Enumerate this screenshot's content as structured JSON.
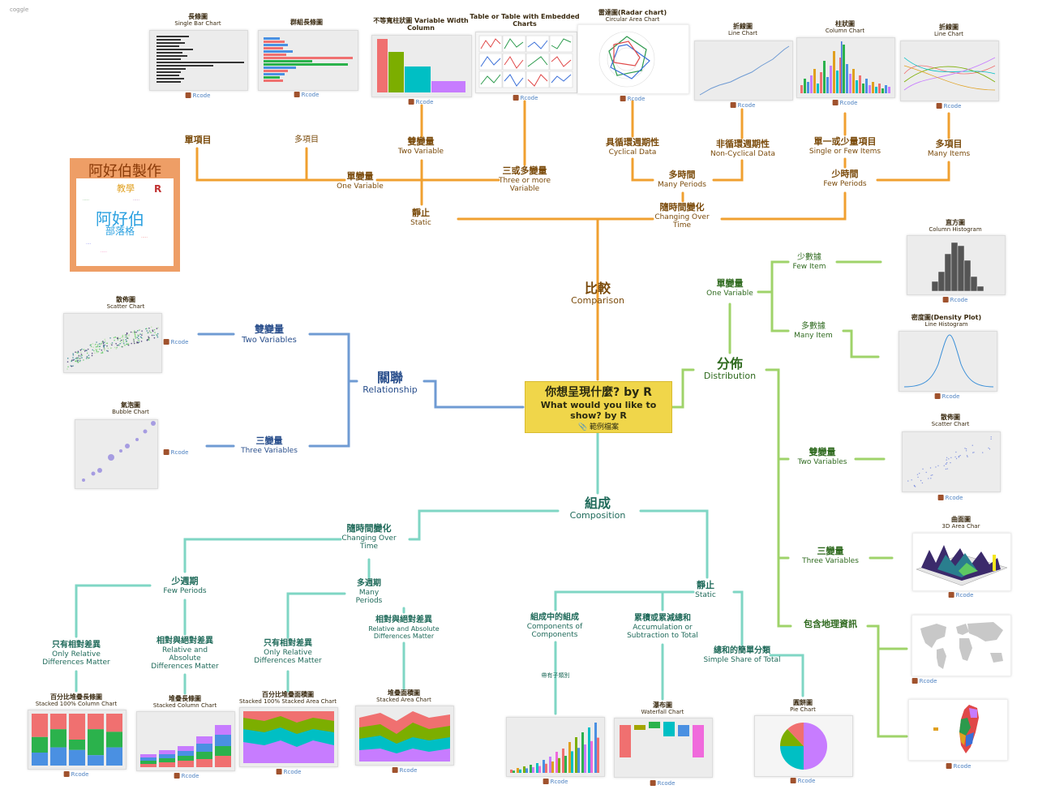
{
  "watermark": "coggle",
  "root": {
    "title": "你想呈現什麼? by R",
    "subtitle": "What would you like to show? by R",
    "file_link": "範例檔案"
  },
  "logo": {
    "text": "阿好伯製作",
    "cloud_main": "阿好伯",
    "cloud_sub": "部落格",
    "cloud_top": "教學",
    "cloud_r": "R"
  },
  "rcode_label": "Rcode",
  "branches": {
    "comparison": {
      "zh": "比較",
      "en": "Comparison"
    },
    "relationship": {
      "zh": "關聯",
      "en": "Relationship"
    },
    "distribution": {
      "zh": "分佈",
      "en": "Distribution"
    },
    "composition": {
      "zh": "組成",
      "en": "Composition"
    }
  },
  "comparison": {
    "static": {
      "zh": "靜止",
      "en": "Static"
    },
    "one_variable": {
      "zh": "單變量",
      "en": "One Variable"
    },
    "single_item": {
      "zh": "單項目"
    },
    "multi_item": {
      "zh": "多項目"
    },
    "two_variable": {
      "zh": "雙變量",
      "en": "Two Variable"
    },
    "three_more": {
      "zh": "三或多變量",
      "en1": "Three or more",
      "en2": "Variable"
    },
    "changing_time": {
      "zh": "隨時間變化",
      "en1": "Changing Over",
      "en2": "Time"
    },
    "many_periods": {
      "zh": "多時間",
      "en": "Many Periods"
    },
    "few_periods": {
      "zh": "少時間",
      "en": "Few Periods"
    },
    "cyclical": {
      "zh": "具循環週期性",
      "en": "Cyclical Data"
    },
    "non_cyclical": {
      "zh": "非循環週期性",
      "en": "Non-Cyclical Data"
    },
    "single_few": {
      "zh": "單一或少量項目",
      "en": "Single or Few Items"
    },
    "many_items": {
      "zh": "多項目",
      "en": "Many Items"
    }
  },
  "relationship": {
    "two": {
      "zh": "雙變量",
      "en": "Two Variables"
    },
    "three": {
      "zh": "三變量",
      "en": "Three Variables"
    }
  },
  "distribution": {
    "one": {
      "zh": "單變量",
      "en": "One Variable"
    },
    "few": {
      "zh": "少數據",
      "en": "Few Item"
    },
    "many": {
      "zh": "多數據",
      "en": "Many Item"
    },
    "two": {
      "zh": "雙變量",
      "en": "Two Variables"
    },
    "three": {
      "zh": "三變量",
      "en": "Three Variables"
    },
    "geo": {
      "zh": "包含地理資訊"
    }
  },
  "composition": {
    "changing_time": {
      "zh": "隨時間變化",
      "en1": "Changing Over",
      "en2": "Time"
    },
    "few_periods": {
      "zh": "少週期",
      "en": "Few Periods"
    },
    "many_periods": {
      "zh": "多週期",
      "en1": "Many",
      "en2": "Periods"
    },
    "only_rel_1": {
      "zh": "只有相對差異",
      "en1": "Only Relative",
      "en2": "Differences Matter"
    },
    "rel_abs_1": {
      "zh": "相對與絕對差異",
      "en1": "Relative and",
      "en2": "Absolute",
      "en3": "Differences Matter"
    },
    "only_rel_2": {
      "zh": "只有相對差異",
      "en1": "Only Relative",
      "en2": "Differences Matter"
    },
    "rel_abs_2": {
      "zh": "相對與絕對差異",
      "en1": "Relative and Absolute",
      "en2": "Differences Matter"
    },
    "static": {
      "zh": "靜止",
      "en": "Static"
    },
    "comp_of_comp": {
      "zh": "組成中的組成",
      "en1": "Components of",
      "en2": "Components"
    },
    "accum": {
      "zh": "累積或累減總和",
      "en1": "Accumulation or",
      "en2": "Subtraction to Total"
    },
    "simple_share": {
      "zh": "總和的簡單分類",
      "en": "Simple Share of Total"
    },
    "sub_category": {
      "zh": "帶有子類別"
    }
  },
  "charts": {
    "single_bar": {
      "zh": "長條圖",
      "en": "Single Bar Chart"
    },
    "group_bar": {
      "zh": "群組長條圖"
    },
    "var_width": {
      "zh": "不等寬柱狀圖 Variable Width",
      "en": "Column"
    },
    "table_embedded": {
      "zh": "Table or Table with Embedded",
      "en": "Charts"
    },
    "radar": {
      "zh": "雷達圖(Radar chart)",
      "en": "Circular Area Chart"
    },
    "line1": {
      "zh": "折線圖",
      "en": "Line Chart"
    },
    "column": {
      "zh": "柱狀圖",
      "en": "Column Chart"
    },
    "line2": {
      "zh": "折線圖",
      "en": "Line Chart"
    },
    "histogram": {
      "zh": "直方圖",
      "en": "Column Histogram"
    },
    "density": {
      "zh": "密度圖(Density Plot)",
      "en": "Line Histogram"
    },
    "scatter_dist": {
      "zh": "散佈圖",
      "en": "Scatter Chart"
    },
    "area3d": {
      "zh": "曲面圖",
      "en": "3D Area Char"
    },
    "scatter_rel": {
      "zh": "散佈圖",
      "en": "Scatter Chart"
    },
    "bubble": {
      "zh": "氣泡圖",
      "en": "Bubble Chart"
    },
    "stacked100_col": {
      "zh": "百分比堆疊長條圖",
      "en": "Stacked 100% Column Chart"
    },
    "stacked_col": {
      "zh": "堆疊長條圖",
      "en": "Stacked Column Chart"
    },
    "stacked100_area": {
      "zh": "百分比堆疊面積圖",
      "en": "Stacked 100% Stacked Area Chart"
    },
    "stacked_area": {
      "zh": "堆疊面積圖",
      "en": "Stacked Area Chart"
    },
    "waterfall": {
      "zh": "瀑布圖",
      "en": "Waterfall Chart"
    },
    "pie": {
      "zh": "圓餅圖",
      "en": "Pie Chart"
    }
  },
  "colors": {
    "comparison": "#f0a030",
    "relationship": "#6f9bd3",
    "distribution": "#9fd36a",
    "composition": "#7fd6c4",
    "root": "#f0d64a"
  }
}
